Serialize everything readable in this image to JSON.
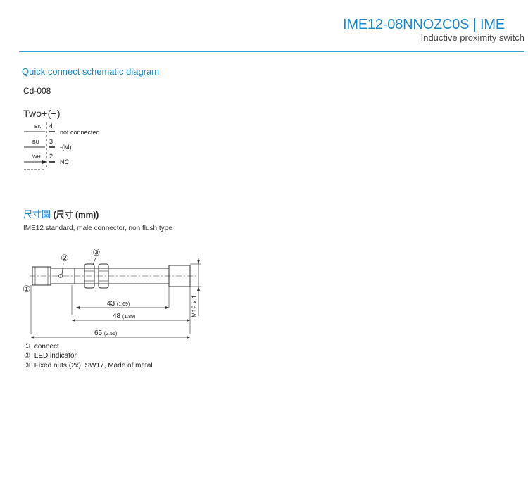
{
  "header": {
    "title": "IME12-08NNOZC0S | IME",
    "subtitle": "Inductive proximity switch"
  },
  "schematic": {
    "heading": "Quick connect schematic diagram",
    "code": "Cd-008",
    "wiring_label": "Two+(+)",
    "pins": [
      {
        "color": "BK",
        "pin": "4",
        "function": "not connected"
      },
      {
        "color": "BU",
        "pin": "3",
        "function": "-(M)"
      },
      {
        "color": "WH",
        "pin": "2",
        "function": "NC"
      }
    ]
  },
  "dimensions": {
    "heading_cn": "尺寸圖",
    "heading_unit": "(尺寸 (mm))",
    "description": "IME12 standard, male connector, non flush type",
    "callouts": [
      "①",
      "②",
      "③"
    ],
    "dims": [
      {
        "value": "43",
        "inch": "(1.69)"
      },
      {
        "value": "48",
        "inch": "(1.89)"
      },
      {
        "value": "65",
        "inch": "(2.56)"
      }
    ],
    "thread": "M12 x 1",
    "legend": [
      {
        "num": "①",
        "text": "connect"
      },
      {
        "num": "②",
        "text": "LED indicator"
      },
      {
        "num": "③",
        "text": "Fixed nuts (2x); SW17, Made of metal"
      }
    ]
  }
}
